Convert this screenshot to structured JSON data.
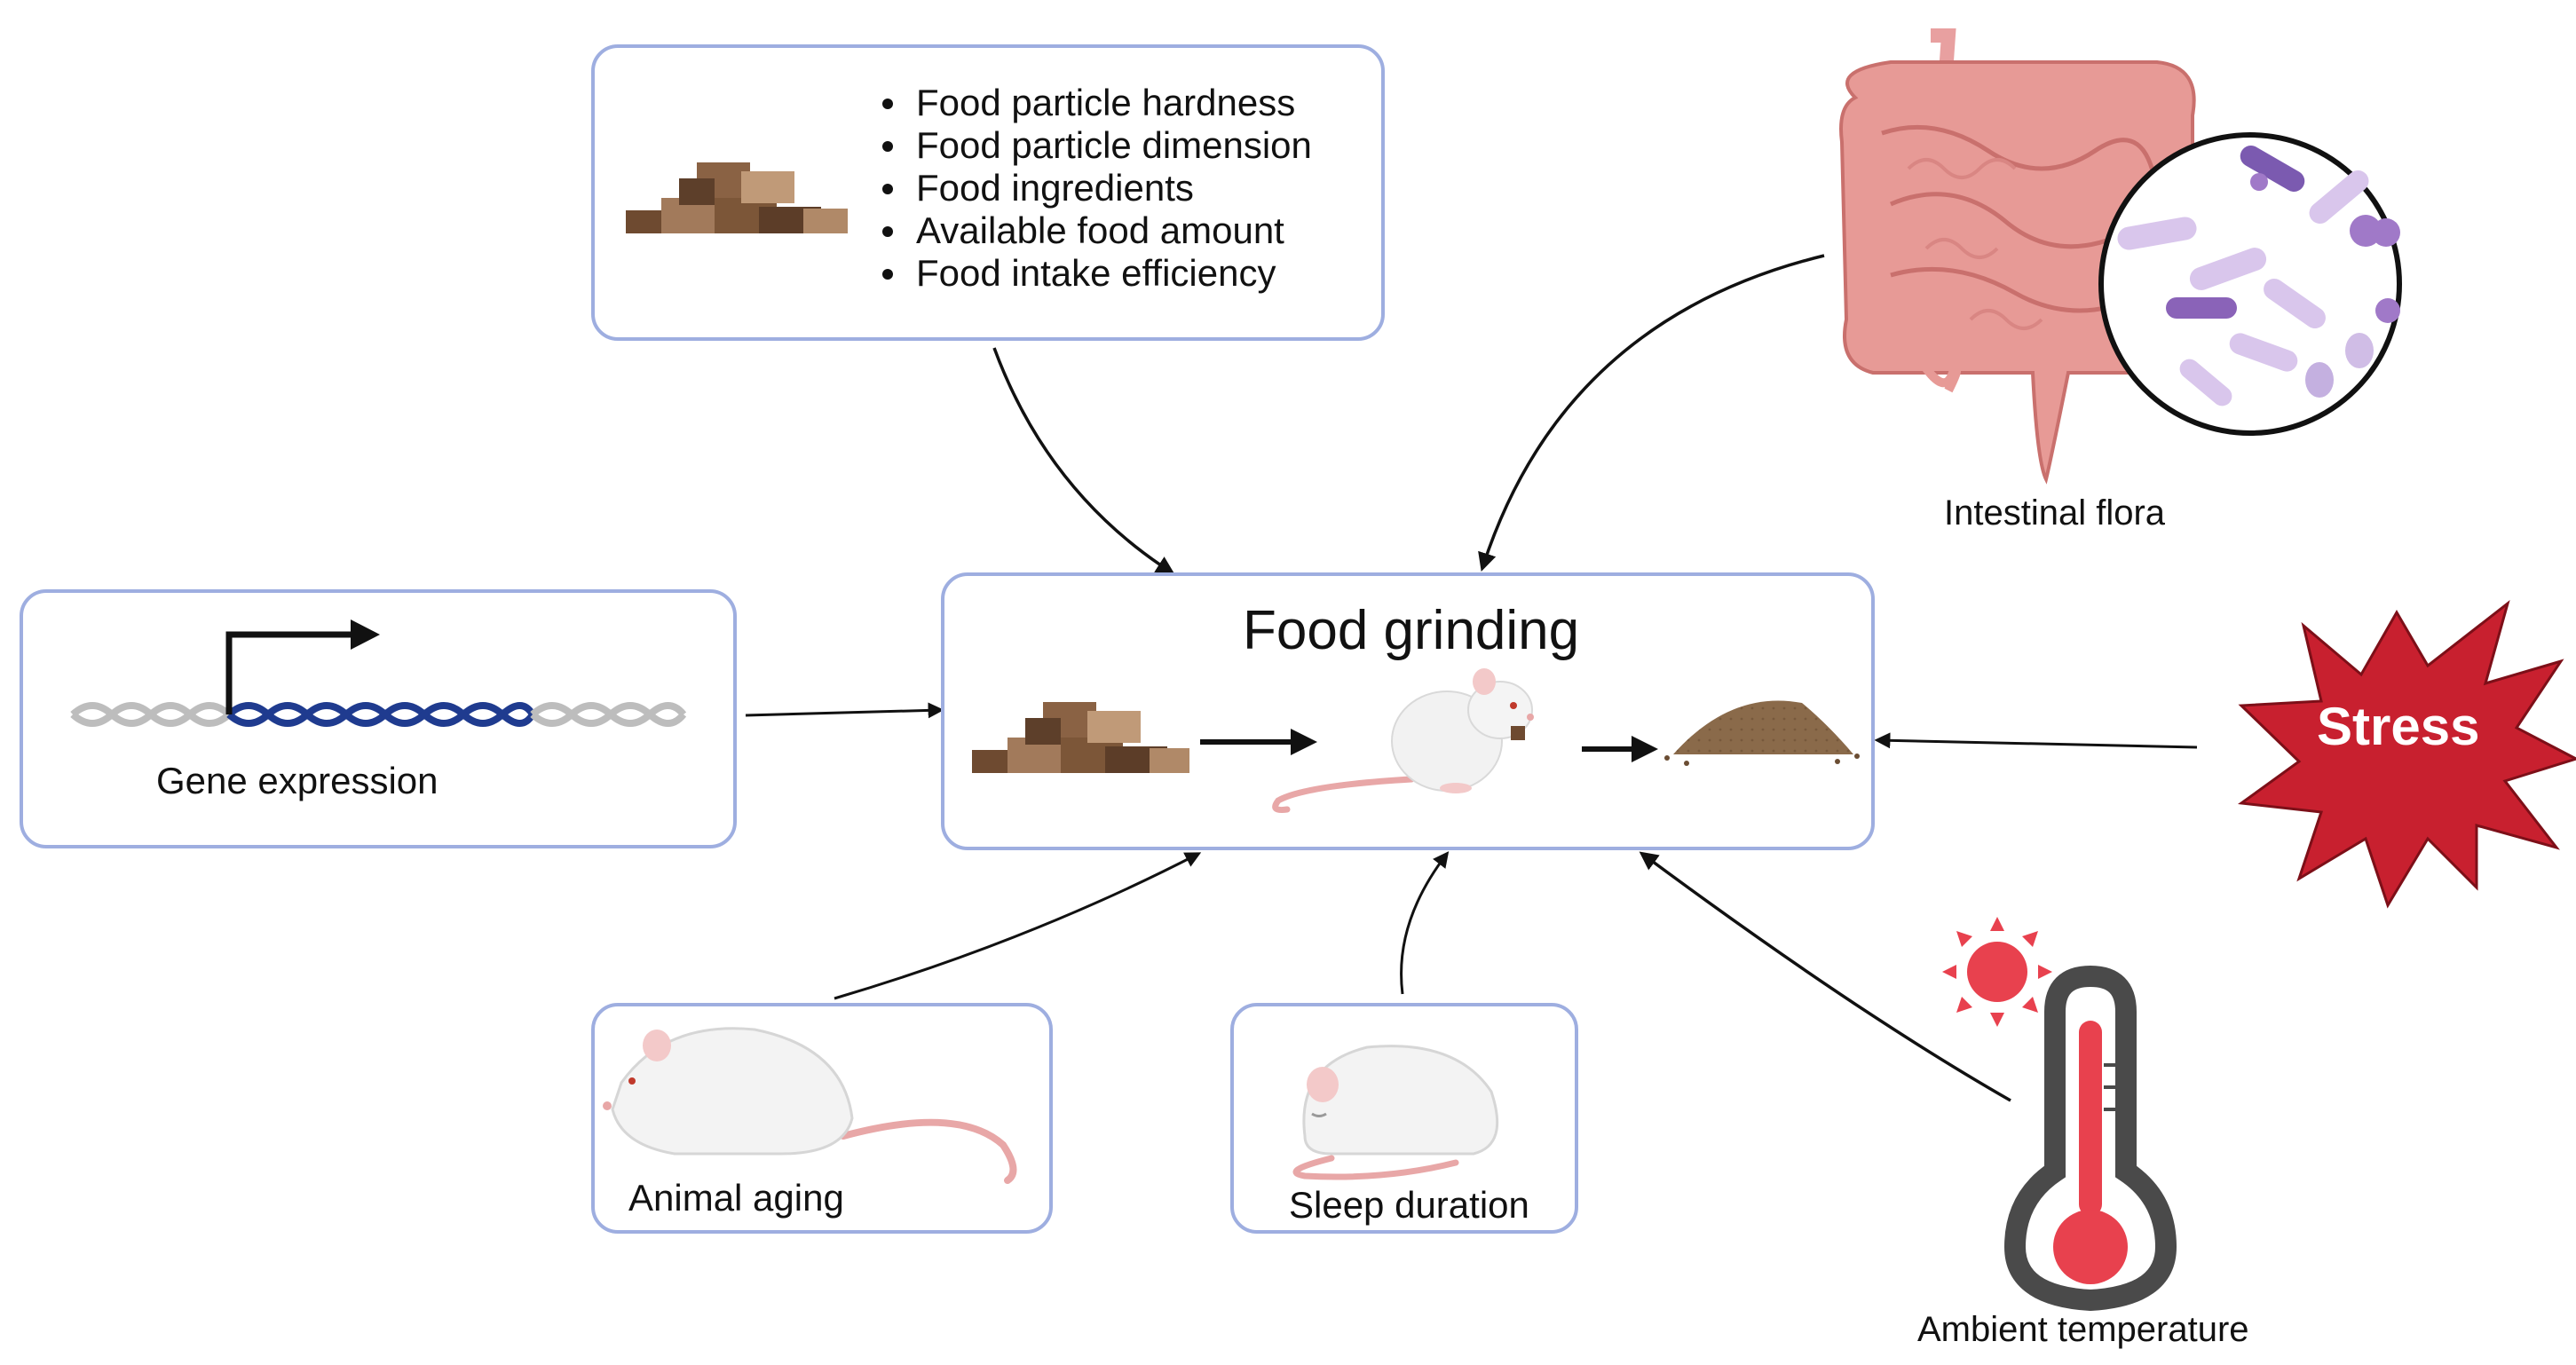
{
  "center": {
    "title": "Food grinding"
  },
  "food_factors": {
    "items": [
      "Food particle hardness",
      "Food particle dimension",
      "Food ingredients",
      "Available food amount",
      "Food intake efficiency"
    ]
  },
  "labels": {
    "gene_expression": "Gene expression",
    "intestinal_flora": "Intestinal flora",
    "stress": "Stress",
    "animal_aging": "Animal aging",
    "sleep_duration": "Sleep duration",
    "ambient_temperature": "Ambient temperature"
  },
  "colors": {
    "box_border": "#9eaee0",
    "arrow": "#111111",
    "stress_red": "#c8202f",
    "dna_blue": "#1f3b8f",
    "thermo_red": "#e8414e",
    "food_brown": "#7a5236"
  }
}
